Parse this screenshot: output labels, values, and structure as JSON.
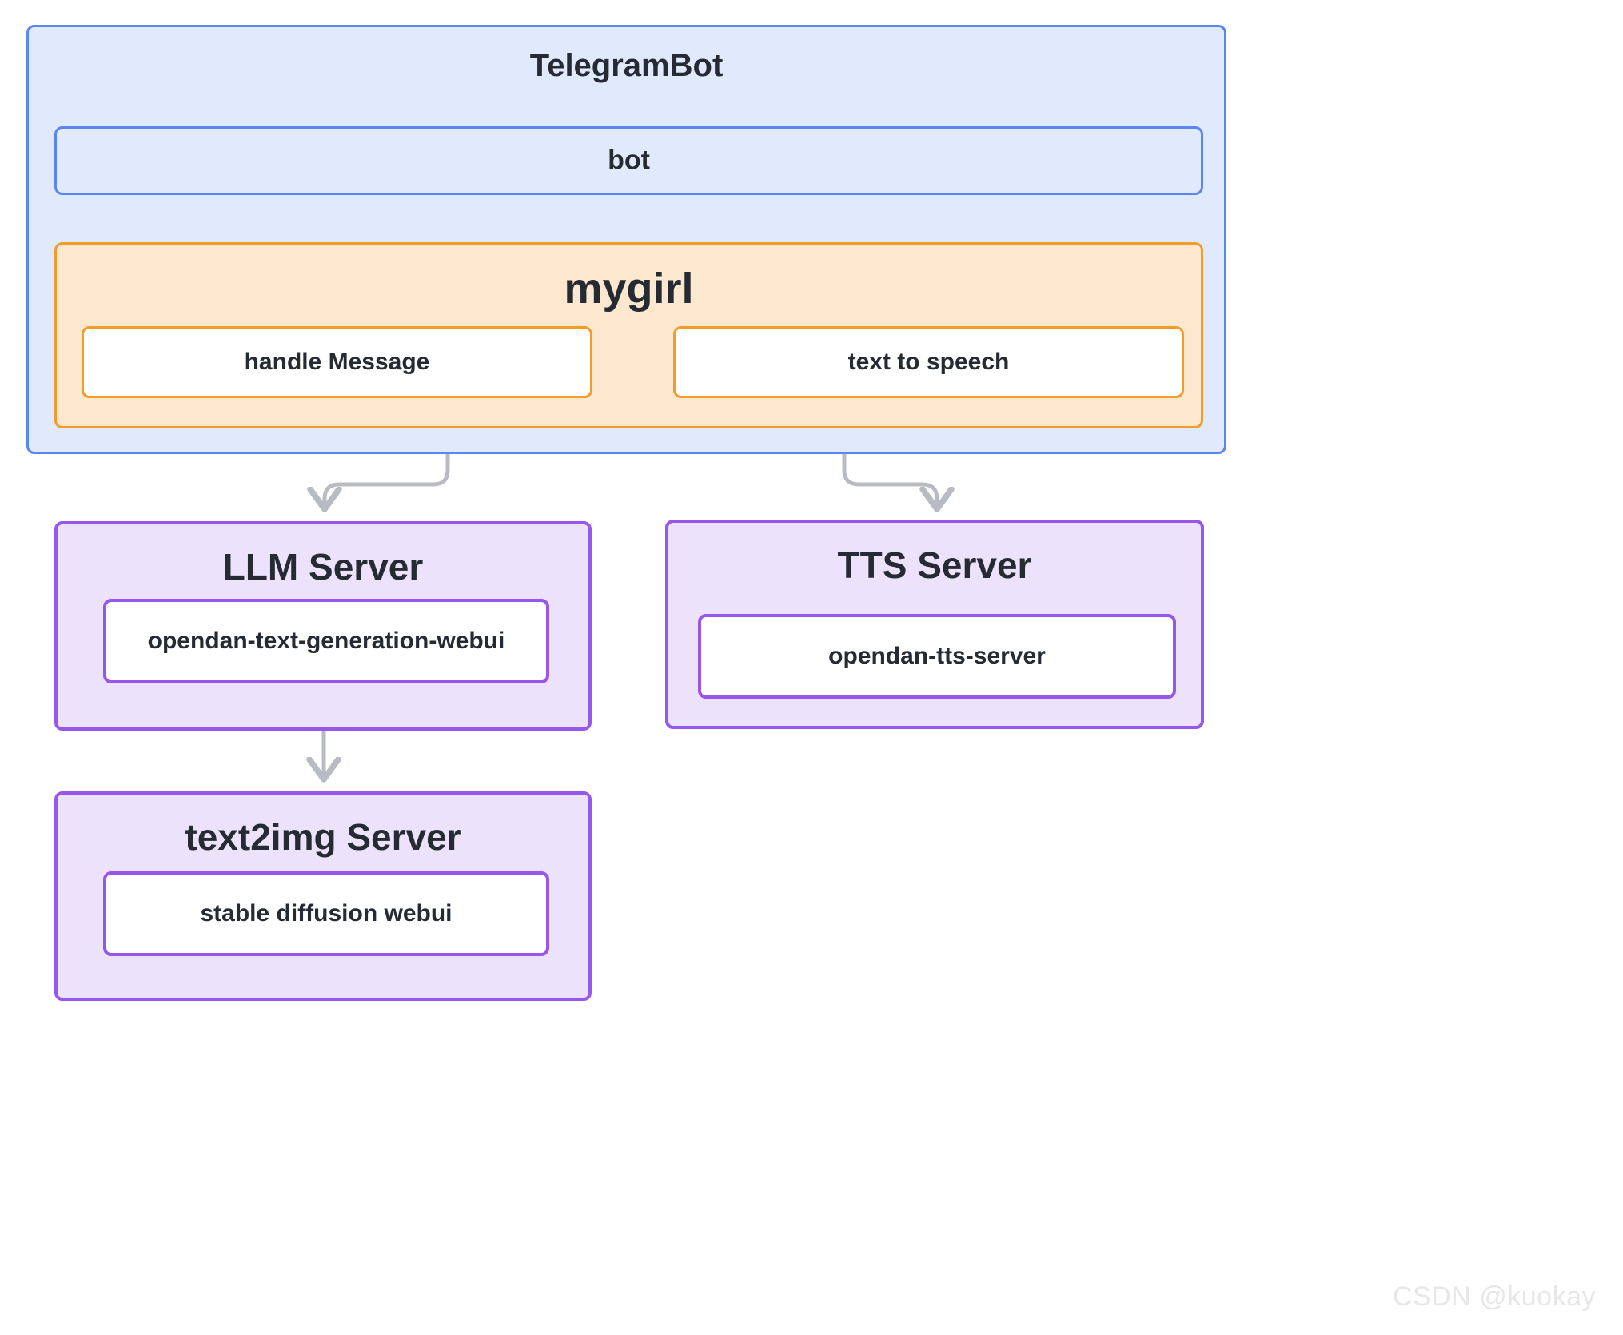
{
  "diagram": {
    "type": "flowchart",
    "watermark": "CSDN @kuokay",
    "colors": {
      "blue_border": "#5a86ef",
      "blue_fill": "#e1e9fd",
      "orange_border": "#f39c2a",
      "orange_fill": "#fce8cf",
      "purple_border": "#9757ec",
      "purple_fill": "#ece2fb",
      "white_fill": "#ffffff",
      "edge": "#b8bcc2",
      "text": "#262b33",
      "watermark": "#e7e7e9",
      "background": "#ffffff"
    },
    "telegram_bot": {
      "title": "TelegramBot",
      "bot": {
        "label": "bot"
      },
      "mygirl": {
        "title": "mygirl",
        "handle_message": {
          "label": "handle Message"
        },
        "text_to_speech": {
          "label": "text to speech"
        }
      }
    },
    "llm_server": {
      "title": "LLM Server",
      "child": {
        "label": "opendan-text-generation-webui"
      }
    },
    "tts_server": {
      "title": "TTS Server",
      "child": {
        "label": "opendan-tts-server"
      }
    },
    "text2img_server": {
      "title": "text2img Server",
      "child": {
        "label": "stable diffusion webui"
      }
    },
    "edges": [
      {
        "from": "bot",
        "to": "mygirl",
        "style": "straight-down"
      },
      {
        "from": "mygirl",
        "to": "llm-server",
        "style": "elbow-down-left"
      },
      {
        "from": "mygirl",
        "to": "tts-server",
        "style": "elbow-down-right"
      },
      {
        "from": "llm-server",
        "to": "text2img-server",
        "style": "straight-down"
      }
    ]
  }
}
